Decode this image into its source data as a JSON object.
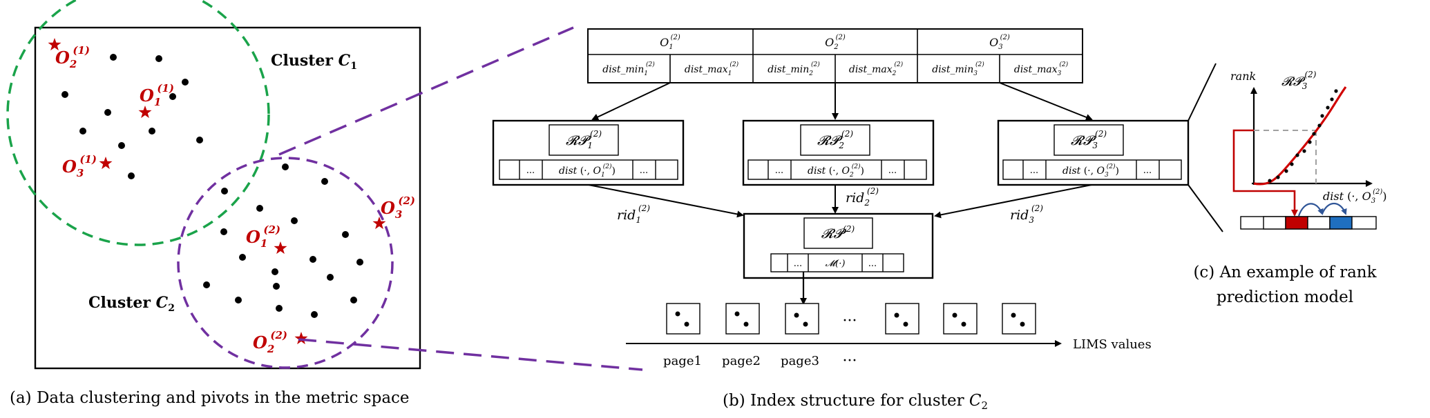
{
  "captions": {
    "a": "(a) Data clustering and pivots in the metric space",
    "b_prefix": "(b) Index structure for cluster ",
    "b_cluster": "C",
    "b_cluster_sub": "2",
    "c_line1": "(c) An example of rank",
    "c_line2": "prediction model"
  },
  "panel_a": {
    "cluster1_label": "Cluster ",
    "cluster1_sym": "C",
    "cluster1_sub": "1",
    "cluster2_label": "Cluster ",
    "cluster2_sym": "C",
    "cluster2_sub": "2",
    "pivots": [
      {
        "name": "O",
        "sub": "2",
        "sup": "(1)"
      },
      {
        "name": "O",
        "sub": "1",
        "sup": "(1)"
      },
      {
        "name": "O",
        "sub": "3",
        "sup": "(1)"
      },
      {
        "name": "O",
        "sub": "1",
        "sup": "(2)"
      },
      {
        "name": "O",
        "sub": "3",
        "sup": "(2)"
      },
      {
        "name": "O",
        "sub": "2",
        "sup": "(2)"
      }
    ]
  },
  "panel_b": {
    "pivot_headers": [
      {
        "name": "O",
        "sub": "1",
        "sup": "(2)"
      },
      {
        "name": "O",
        "sub": "2",
        "sup": "(2)"
      },
      {
        "name": "O",
        "sub": "3",
        "sup": "(2)"
      }
    ],
    "dist_cells": [
      {
        "base": "dist_min",
        "sub": "1",
        "sup": "(2)"
      },
      {
        "base": "dist_max",
        "sub": "1",
        "sup": "(2)"
      },
      {
        "base": "dist_min",
        "sub": "2",
        "sup": "(2)"
      },
      {
        "base": "dist_max",
        "sub": "2",
        "sup": "(2)"
      },
      {
        "base": "dist_min",
        "sub": "3",
        "sup": "(2)"
      },
      {
        "base": "dist_max",
        "sub": "3",
        "sup": "(2)"
      }
    ],
    "rp_models": [
      {
        "name": "𝓡𝓟",
        "sub": "1",
        "sup": "(2)",
        "cell_dots": "...",
        "dist": "dist",
        "arg_o": "O",
        "arg_sub": "1",
        "arg_sup": "(2)"
      },
      {
        "name": "𝓡𝓟",
        "sub": "2",
        "sup": "(2)",
        "cell_dots": "...",
        "dist": "dist",
        "arg_o": "O",
        "arg_sub": "2",
        "arg_sup": "(2)"
      },
      {
        "name": "𝓡𝓟",
        "sub": "3",
        "sup": "(2)",
        "cell_dots": "...",
        "dist": "dist",
        "arg_o": "O",
        "arg_sub": "3",
        "arg_sup": "(2)"
      }
    ],
    "rid_labels": [
      {
        "name": "rid",
        "sub": "1",
        "sup": "(2)"
      },
      {
        "name": "rid",
        "sub": "2",
        "sup": "(2)"
      },
      {
        "name": "rid",
        "sub": "3",
        "sup": "(2)"
      }
    ],
    "top_model": {
      "name": "𝓡𝓟",
      "sup": "(2)",
      "cell_dots": "...",
      "func": "𝓜(·)"
    },
    "pages": [
      "page1",
      "page2",
      "page3"
    ],
    "ellipsis": "···",
    "axis_label": "LIMS values"
  },
  "panel_c": {
    "y_label": "rank",
    "model_name": "𝓡𝓟",
    "model_sub": "3",
    "model_sup": "(2)",
    "x_label": "dist",
    "x_arg_o": "O",
    "x_arg_sub": "3",
    "x_arg_sup": "(2)"
  },
  "colors": {
    "pivot_red": "#c00000",
    "cluster1_green": "#1aa34a",
    "cluster2_purple": "#7030a0",
    "highlight_red": "#c00000",
    "highlight_blue": "#1f6fc0",
    "arrow_blue": "#2f5597",
    "guide_gray": "#a0a0a0"
  }
}
